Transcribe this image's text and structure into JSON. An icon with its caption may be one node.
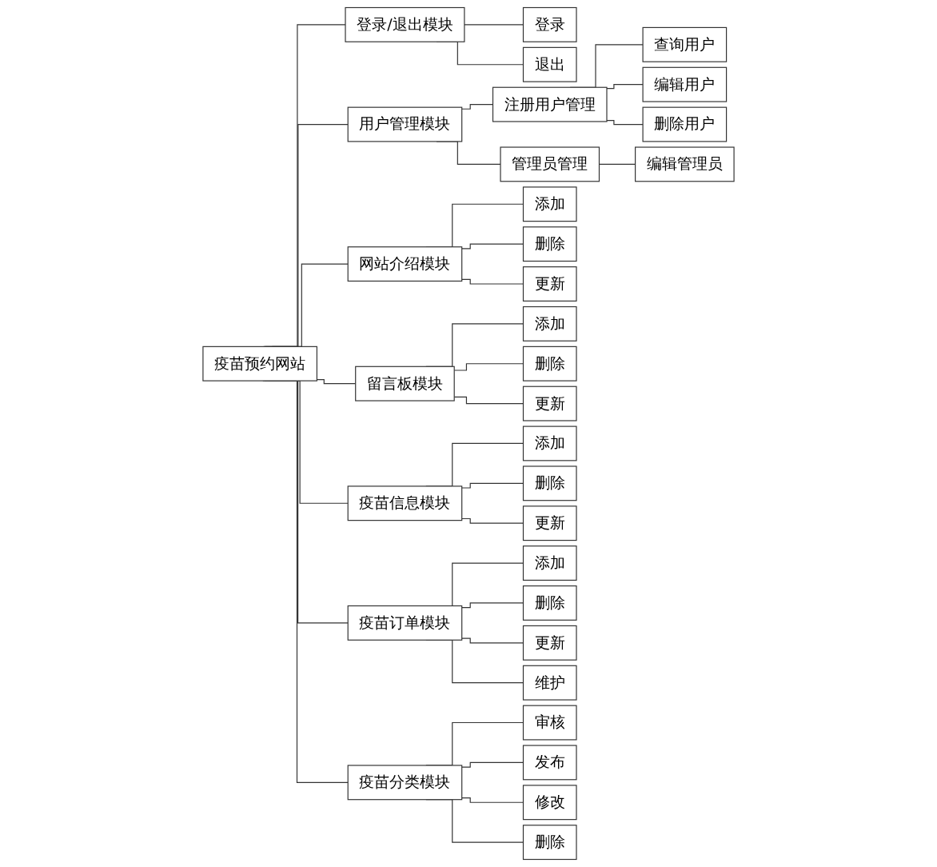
{
  "diagram": {
    "nodes": [
      {
        "text": [
          "疫苗预约网站"
        ]
      },
      {
        "text": [
          "登录/退出模块"
        ]
      },
      {
        "text": [
          "登录"
        ]
      },
      {
        "text": [
          "退出"
        ]
      },
      {
        "text": [
          "用户管理模块"
        ]
      },
      {
        "text": [
          "注册用户管理"
        ]
      },
      {
        "text": [
          "查询用户"
        ]
      },
      {
        "text": [
          "编辑用户"
        ]
      },
      {
        "text": [
          "删除用户"
        ]
      },
      {
        "text": [
          "管理员管理"
        ]
      },
      {
        "text": [
          "编辑管理员"
        ]
      },
      {
        "text": [
          "网站介绍模块"
        ]
      },
      {
        "text": [
          "添加"
        ]
      },
      {
        "text": [
          "删除"
        ]
      },
      {
        "text": [
          "更新"
        ]
      },
      {
        "text": [
          "留言板模块"
        ]
      },
      {
        "text": [
          "添加"
        ]
      },
      {
        "text": [
          "删除"
        ]
      },
      {
        "text": [
          "更新"
        ]
      },
      {
        "text": [
          "疫苗信息模块"
        ]
      },
      {
        "text": [
          "添加"
        ]
      },
      {
        "text": [
          "删除"
        ]
      },
      {
        "text": [
          "更新"
        ]
      },
      {
        "text": [
          "疫苗订单模块"
        ]
      },
      {
        "text": [
          "添加"
        ]
      },
      {
        "text": [
          "删除"
        ]
      },
      {
        "text": [
          "更新"
        ]
      },
      {
        "text": [
          "维护"
        ]
      },
      {
        "text": [
          "疫苗分类模块"
        ]
      },
      {
        "text": [
          "审核"
        ]
      },
      {
        "text": [
          "发布"
        ]
      },
      {
        "text": [
          "修改"
        ]
      },
      {
        "text": [
          "删除"
        ]
      }
    ],
    "edges": [
      {
        "from": 0,
        "to": 1,
        "arrow": "none"
      },
      {
        "from": 1,
        "to": 2,
        "arrow": "none"
      },
      {
        "from": 1,
        "to": 3,
        "arrow": "none"
      },
      {
        "from": 0,
        "to": 4,
        "arrow": "none"
      },
      {
        "from": 4,
        "to": 5,
        "arrow": "none"
      },
      {
        "from": 5,
        "to": 6,
        "arrow": "none"
      },
      {
        "from": 5,
        "to": 7,
        "arrow": "none"
      },
      {
        "from": 5,
        "to": 8,
        "arrow": "none"
      },
      {
        "from": 4,
        "to": 9,
        "arrow": "none"
      },
      {
        "from": 9,
        "to": 10,
        "arrow": "none"
      },
      {
        "from": 0,
        "to": 11,
        "arrow": "none"
      },
      {
        "from": 11,
        "to": 12,
        "arrow": "none"
      },
      {
        "from": 11,
        "to": 13,
        "arrow": "none"
      },
      {
        "from": 11,
        "to": 14,
        "arrow": "none"
      },
      {
        "from": 0,
        "to": 15,
        "arrow": "none"
      },
      {
        "from": 15,
        "to": 16,
        "arrow": "none"
      },
      {
        "from": 15,
        "to": 17,
        "arrow": "none"
      },
      {
        "from": 15,
        "to": 18,
        "arrow": "none"
      },
      {
        "from": 0,
        "to": 19,
        "arrow": "none"
      },
      {
        "from": 19,
        "to": 20,
        "arrow": "none"
      },
      {
        "from": 19,
        "to": 21,
        "arrow": "none"
      },
      {
        "from": 19,
        "to": 22,
        "arrow": "none"
      },
      {
        "from": 0,
        "to": 23,
        "arrow": "none"
      },
      {
        "from": 23,
        "to": 24,
        "arrow": "none"
      },
      {
        "from": 23,
        "to": 25,
        "arrow": "none"
      },
      {
        "from": 23,
        "to": 26,
        "arrow": "none"
      },
      {
        "from": 23,
        "to": 27,
        "arrow": "none"
      },
      {
        "from": 0,
        "to": 28,
        "arrow": "none"
      },
      {
        "from": 28,
        "to": 29,
        "arrow": "none"
      },
      {
        "from": 28,
        "to": 30,
        "arrow": "none"
      },
      {
        "from": 28,
        "to": 31,
        "arrow": "none"
      },
      {
        "from": 28,
        "to": 32,
        "arrow": "none"
      }
    ]
  }
}
